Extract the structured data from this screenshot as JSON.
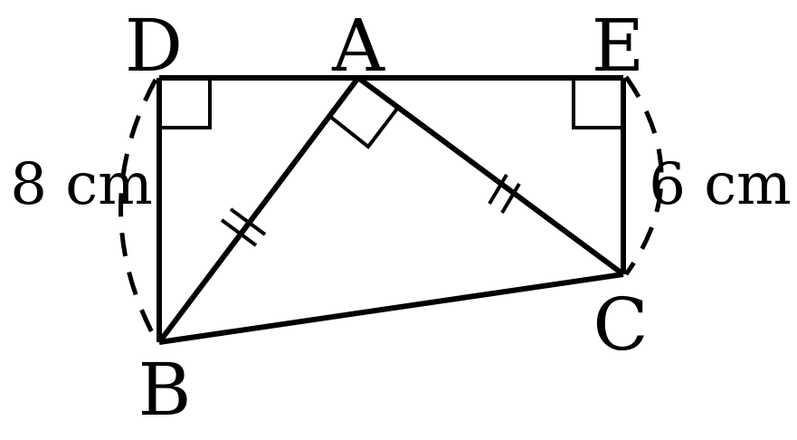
{
  "points": {
    "A": "A",
    "B": "B",
    "C": "C",
    "D": "D",
    "E": "E"
  },
  "lengths": {
    "BD": "8 cm",
    "CE": "6 cm"
  },
  "colors": {
    "stroke": "#000000",
    "background": "#ffffff"
  }
}
